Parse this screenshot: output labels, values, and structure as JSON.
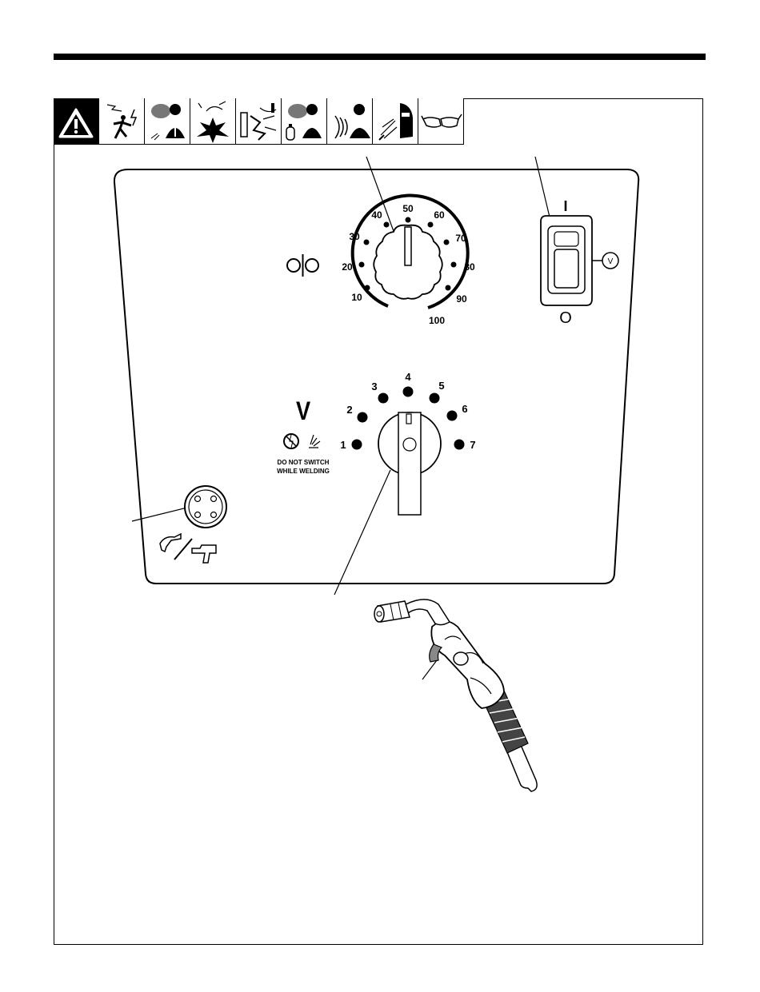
{
  "wire_speed_dial": {
    "scale": [
      "10",
      "20",
      "30",
      "40",
      "50",
      "60",
      "70",
      "80",
      "90",
      "100"
    ]
  },
  "power_switch": {
    "on_symbol": "I",
    "off_symbol": "O",
    "indicator_letter": "V"
  },
  "voltage_selector": {
    "symbol": "V",
    "positions": [
      "1",
      "2",
      "3",
      "4",
      "5",
      "6",
      "7"
    ],
    "caution_line1": "DO NOT SWITCH",
    "caution_line2": "WHILE WELDING"
  },
  "safety_symbols": [
    "hazard-triangle-icon",
    "electric-shock-icon",
    "fumes-icon",
    "explosion-fire-icon",
    "hot-parts-icon",
    "gas-cylinder-fumes-icon",
    "noise-icon",
    "arc-rays-icon",
    "safety-glasses-icon"
  ]
}
